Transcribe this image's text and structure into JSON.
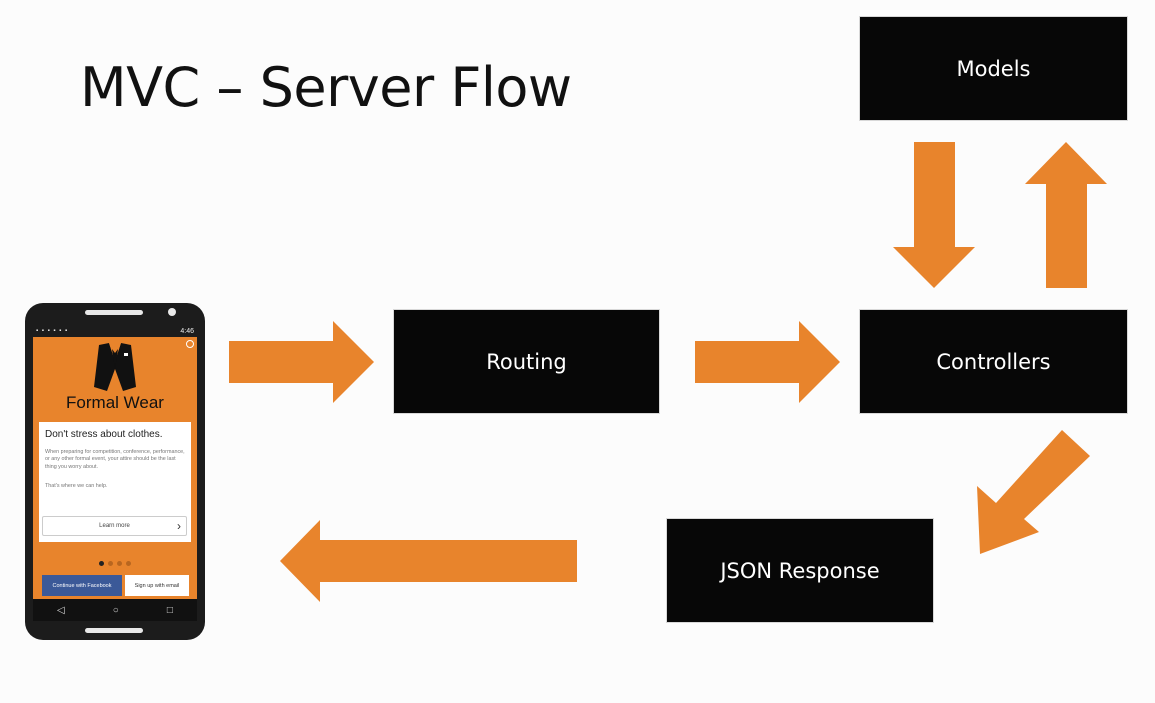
{
  "title": "MVC – Server Flow",
  "boxes": {
    "models": "Models",
    "routing": "Routing",
    "controllers": "Controllers",
    "json_response": "JSON Response"
  },
  "colors": {
    "arrow": "#e8842c",
    "box": "#070707",
    "box_text": "#ffffff"
  },
  "phone": {
    "status_time": "4:46",
    "brand": "Formal Wear",
    "card_headline": "Don't stress about clothes.",
    "card_body": "When preparing for competition, conference, performance, or any other formal event, your attire should be the last thing you worry about.",
    "card_body2": "That's where we can help.",
    "learn_more": "Learn more",
    "btn_facebook": "Continue with Facebook",
    "btn_email": "Sign up with email",
    "nav_back": "◁",
    "nav_home": "○",
    "nav_recent": "□"
  }
}
